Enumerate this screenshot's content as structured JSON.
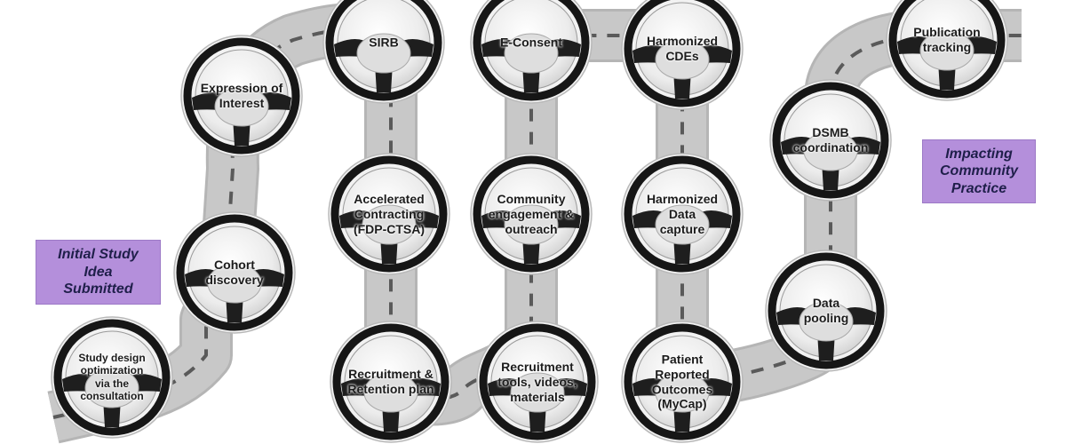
{
  "milestones": {
    "start": "Initial Study\nIdea\nSubmitted",
    "end": "Impacting\nCommunity\nPractice"
  },
  "steps": [
    {
      "id": "study-design",
      "label": "Study design\noptimization\nvia the\nconsultation",
      "size": "small"
    },
    {
      "id": "cohort-discovery",
      "label": "Cohort\ndiscovery"
    },
    {
      "id": "expression-of-interest",
      "label": "Expression of\nInterest"
    },
    {
      "id": "sirb",
      "label": "SIRB"
    },
    {
      "id": "accelerated-contracting",
      "label": "Accelerated\nContracting\n(FDP-CTSA)"
    },
    {
      "id": "recruitment-retention",
      "label": "Recruitment &\nRetention plan"
    },
    {
      "id": "recruitment-tools",
      "label": "Recruitment\ntools, videos,\nmaterials"
    },
    {
      "id": "community-engagement",
      "label": "Community\nengagement &\noutreach"
    },
    {
      "id": "e-consent",
      "label": "E-Consent"
    },
    {
      "id": "harmonized-cdes",
      "label": "Harmonized\nCDEs"
    },
    {
      "id": "harmonized-data",
      "label": "Harmonized\nData\ncapture"
    },
    {
      "id": "patient-reported",
      "label": "Patient\nReported\nOutcomes\n(MyCap)"
    },
    {
      "id": "data-pooling",
      "label": "Data\npooling"
    },
    {
      "id": "dsmb",
      "label": "DSMB\ncoordination"
    },
    {
      "id": "publication",
      "label": "Publication\ntracking"
    }
  ],
  "colors": {
    "road": "#c8c8c8",
    "road_edge": "#b5b5b5",
    "road_dash": "#5a5a5a",
    "wheel_rim": "#161616",
    "wheel_face": "#ececec",
    "milestone_fill": "#b48fdb"
  }
}
